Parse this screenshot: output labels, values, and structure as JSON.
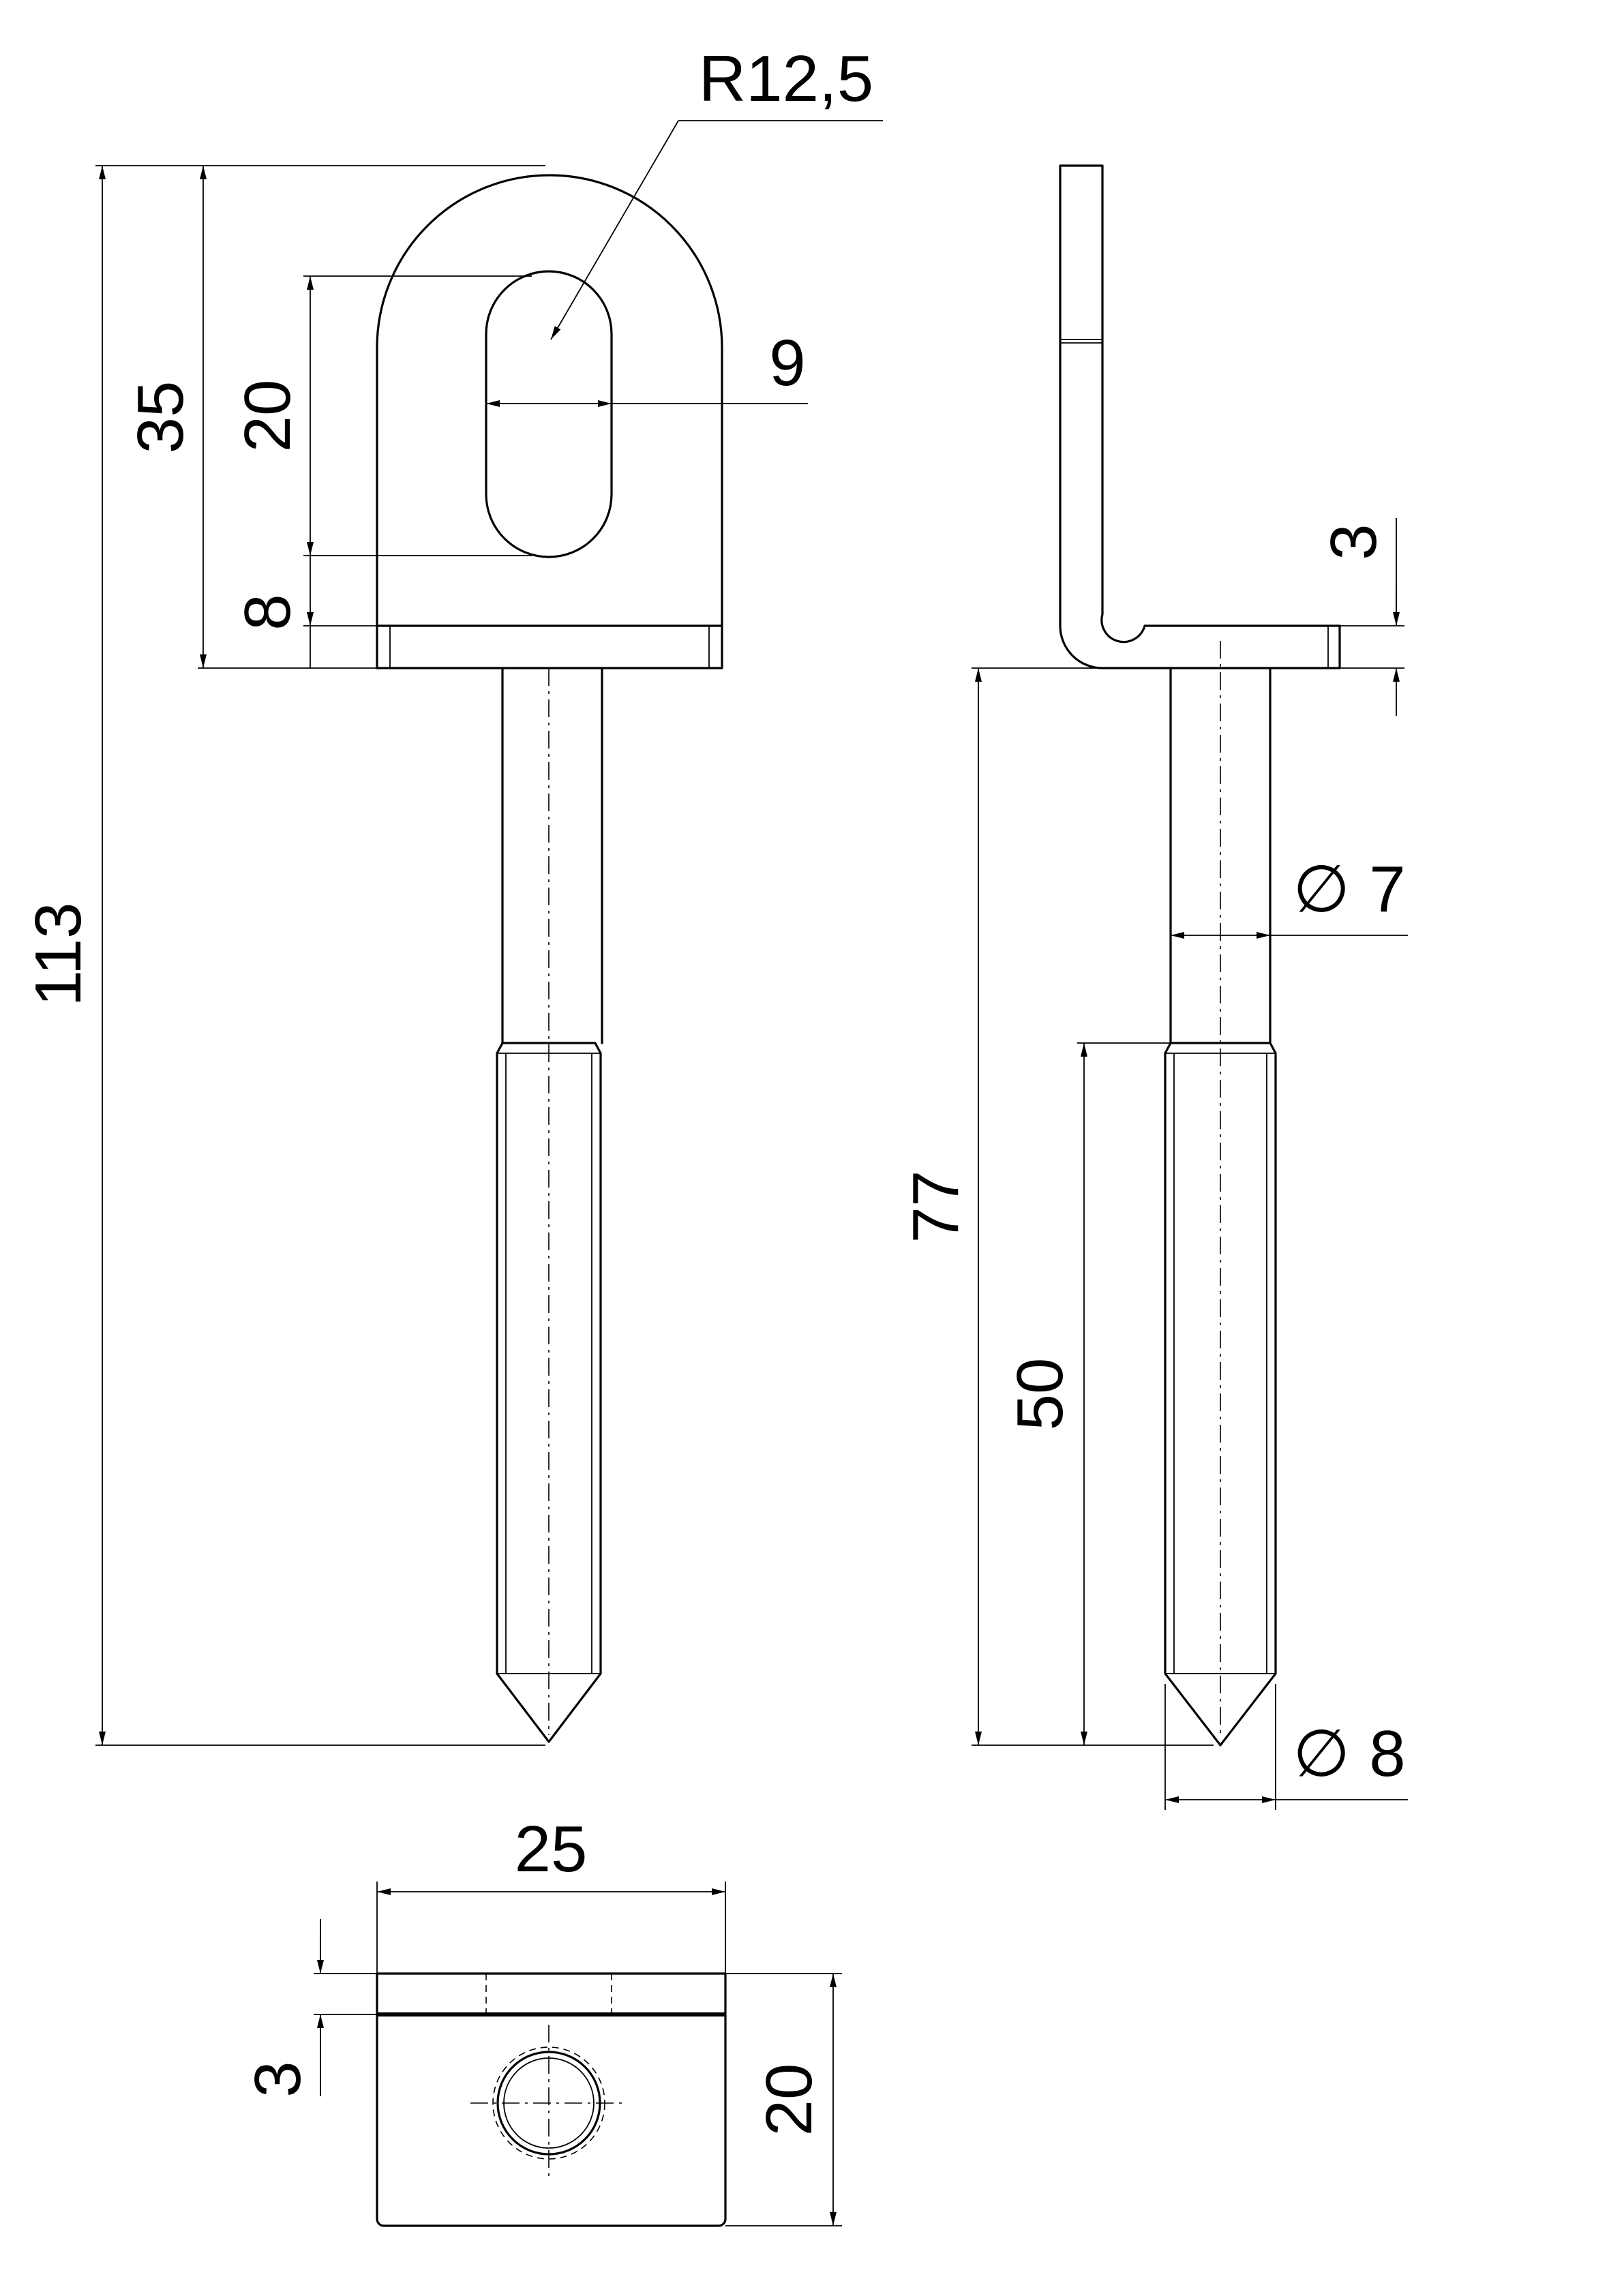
{
  "drawing": {
    "dimensions": {
      "radius_label": "R12,5",
      "total_length": "113",
      "head_height": "35",
      "slot_length": "20",
      "base_offset": "8",
      "slot_width": "9",
      "plate_thickness_side": "3",
      "shank_diameter": "7",
      "shank_length": "77",
      "thread_length": "50",
      "thread_diameter": "8",
      "plate_width": "25",
      "plate_thickness_top": "3",
      "plate_depth": "20"
    },
    "diameter_symbol": "∅"
  }
}
